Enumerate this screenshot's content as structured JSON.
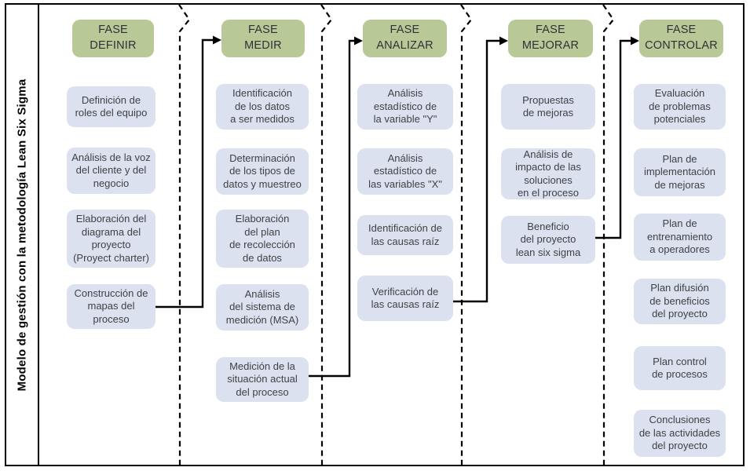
{
  "diagram": {
    "side_title": "Modelo de gestión con la metodología Lean Six Sigma",
    "phases": [
      {
        "name": "definir",
        "header": "FASE\nDEFINIR",
        "steps": [
          "Definición de\nroles del equipo",
          "Análisis de la voz\ndel cliente y del\nnegocio",
          "Elaboración del\ndiagrama del\nproyecto\n(Proyect charter)",
          "Construcción de\nmapas del\nproceso"
        ]
      },
      {
        "name": "medir",
        "header": "FASE\nMEDIR",
        "steps": [
          "Identificación\nde los datos\na ser medidos",
          "Determinación\nde los tipos de\ndatos y muestreo",
          "Elaboración\ndel plan\nde recolección\nde datos",
          "Análisis\ndel sistema de\nmedición (MSA)",
          "Medición de la\nsituación actual\ndel proceso"
        ]
      },
      {
        "name": "analizar",
        "header": "FASE\nANALIZAR",
        "steps": [
          "Análisis\nestadístico de\nla variable \"Y\"",
          "Análisis\nestadístico de\nlas variables \"X\"",
          "Identificación de\nlas causas raíz",
          "Verificación de\nlas causas raíz"
        ]
      },
      {
        "name": "mejorar",
        "header": "FASE\nMEJORAR",
        "steps": [
          "Propuestas\nde mejoras",
          "Análisis de\nimpacto de las\nsoluciones\nen el proceso",
          "Beneficio\ndel proyecto\nlean six sigma"
        ]
      },
      {
        "name": "controlar",
        "header": "FASE\nCONTROLAR",
        "steps": [
          "Evaluación\nde problemas\npotenciales",
          "Plan de\nimplementación\nde mejoras",
          "Plan de\nentrenamiento\na operadores",
          "Plan difusión\nde beneficios\ndel proyecto",
          "Plan control\nde procesos",
          "Conclusiones\nde las actividades\ndel proyecto"
        ]
      }
    ],
    "connections": [
      {
        "from": "Construcción de mapas del proceso",
        "to": "FASE MEDIR"
      },
      {
        "from": "Medición de la situación actual del proceso",
        "to": "FASE ANALIZAR"
      },
      {
        "from": "Verificación de las causas raíz",
        "to": "FASE MEJORAR"
      },
      {
        "from": "Beneficio del proyecto lean six sigma",
        "to": "FASE CONTROLAR"
      }
    ],
    "colors": {
      "phase_header_bg": "#b8c897",
      "step_bg": "#dbe1ee",
      "line": "#000000",
      "text": "#3e4347"
    }
  }
}
